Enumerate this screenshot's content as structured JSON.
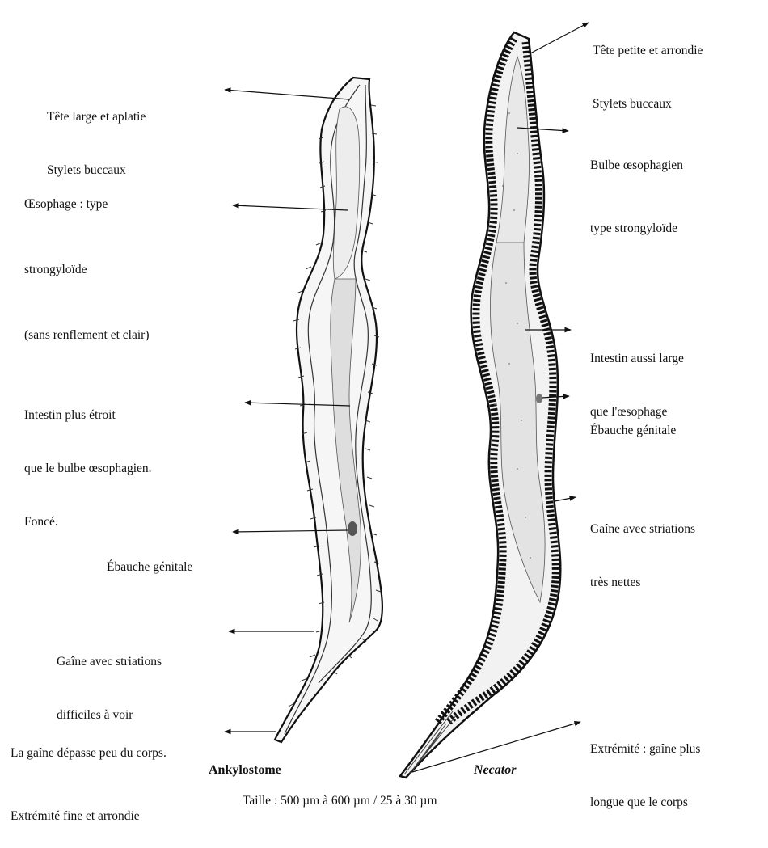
{
  "left": {
    "name": "Ankylostome",
    "labels": {
      "head": [
        "Tête large et aplatie",
        "Stylets buccaux"
      ],
      "oesophagus": [
        "Œsophage : type",
        "strongyloïde",
        "(sans renflement et clair)"
      ],
      "intestine": [
        "Intestin plus étroit",
        "que le bulbe œsophagien.",
        "Foncé."
      ],
      "genital": [
        "Ébauche génitale"
      ],
      "sheath": [
        "Gaîne avec striations",
        "difficiles à voir"
      ],
      "tail": [
        "La gaîne dépasse peu du corps.",
        "Extrémité fine et arrondie"
      ]
    }
  },
  "right": {
    "name": "Necator",
    "labels": {
      "head": [
        "Tête petite et arrondie",
        "Stylets buccaux"
      ],
      "bulb": [
        "Bulbe œsophagien",
        "type strongyloïde"
      ],
      "intestine": [
        "Intestin aussi large",
        "que l'œsophage"
      ],
      "genital": [
        "Ébauche génitale"
      ],
      "sheath": [
        "Gaîne avec striations",
        "très nettes"
      ],
      "tail": [
        "Extrémité : gaîne plus",
        "longue que le corps"
      ]
    }
  },
  "footer": "Taille : 500 µm à 600 µm / 25 à 30 µm"
}
